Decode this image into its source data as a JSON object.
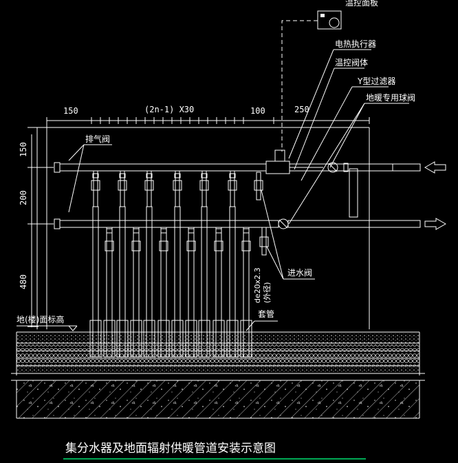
{
  "title": "集分水器及地面辐射供暖管道安装示意图",
  "labels": {
    "thermostat_panel": "温控面板",
    "actuator": "电热执行器",
    "valve_body": "温控阀体",
    "y_filter": "Y型过滤器",
    "ball_valve": "地暖专用球阀",
    "air_vent": "排气阀",
    "inlet_valve": "进水阀",
    "floor_level": "地(楼)面标高",
    "sleeve": "套管",
    "pipe_spec_1": "de20x2.3",
    "pipe_spec_2": "(外径)"
  },
  "dimensions": {
    "top_150": "150",
    "top_spacing": "(2n-1) X30",
    "top_100": "100",
    "top_250": "250",
    "side_150": "150",
    "side_200": "200",
    "side_480": "480"
  },
  "colors": {
    "background": "#000000",
    "line": "#ffffff",
    "accent": "#00aa55"
  }
}
